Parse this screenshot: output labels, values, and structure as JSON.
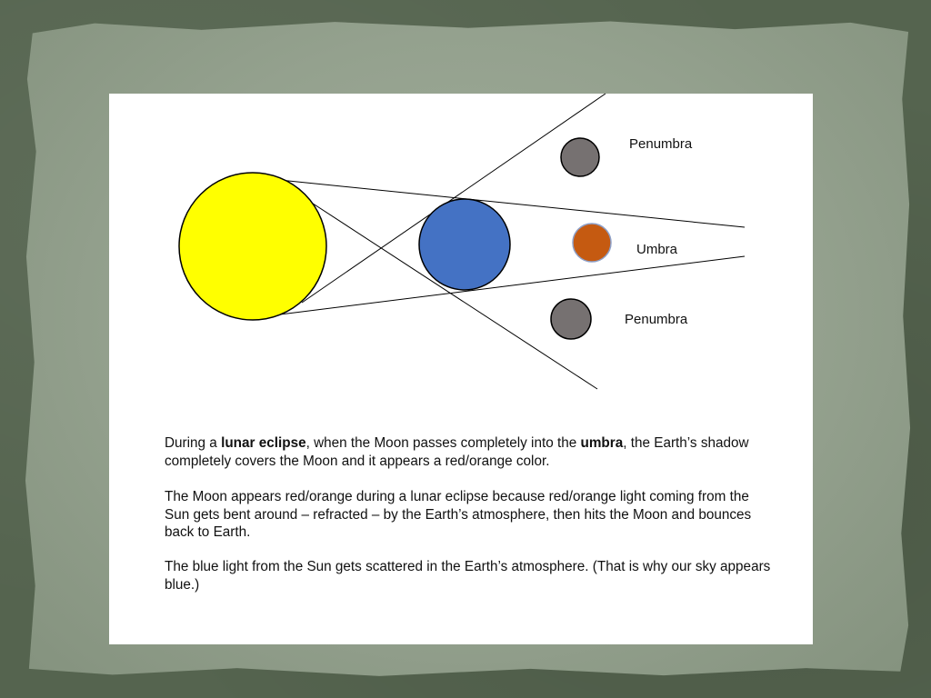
{
  "diagram": {
    "labels": {
      "penumbra_top": "Penumbra",
      "umbra": "Umbra",
      "penumbra_bottom": "Penumbra"
    },
    "colors": {
      "sun": "#ffff00",
      "earth": "#4472c4",
      "moon_umbra": "#c55a11",
      "moon_penumbra": "#767171",
      "lines": "#000000"
    }
  },
  "text": {
    "p1_a": "During a ",
    "p1_b": "lunar eclipse",
    "p1_c": ", when the Moon passes completely into the ",
    "p1_d": "umbra",
    "p1_e": ", the Earth’s shadow completely covers the Moon and it appears a red/orange color.",
    "p2": "The Moon appears red/orange during a lunar eclipse because red/orange light coming from the Sun gets bent around – refracted – by the Earth’s atmosphere, then hits the Moon and bounces back to Earth.",
    "p3": "The blue light from the Sun gets scattered in the Earth’s atmosphere. (That is why our sky appears blue.)"
  }
}
